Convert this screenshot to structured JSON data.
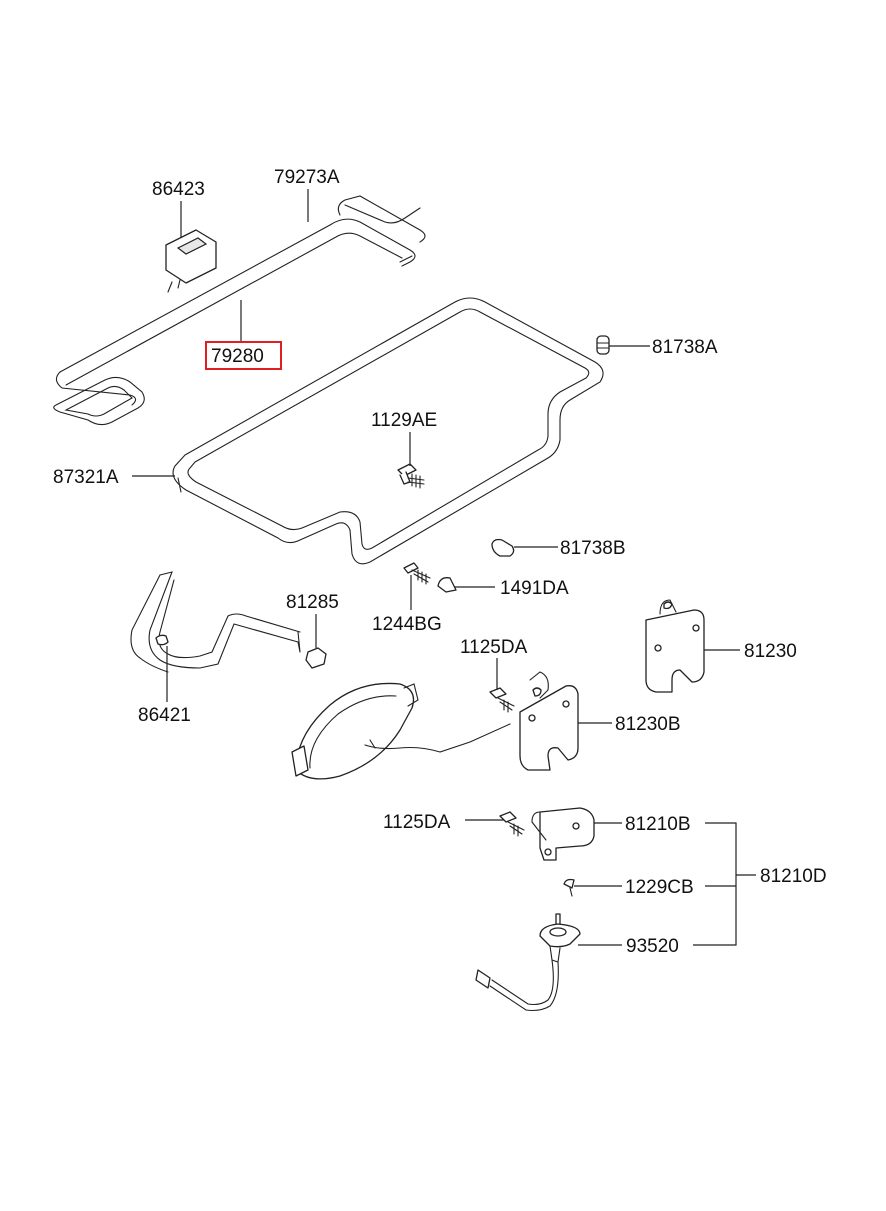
{
  "parts": {
    "p86423": "86423",
    "p79273A": "79273A",
    "p79280": "79280",
    "p81738A": "81738A",
    "p1129AE": "1129AE",
    "p87321A": "87321A",
    "p81738B": "81738B",
    "p1491DA": "1491DA",
    "p81285": "81285",
    "p1244BG": "1244BG",
    "p1125DA_a": "1125DA",
    "p81230": "81230",
    "p86421": "86421",
    "p81230B": "81230B",
    "p1125DA_b": "1125DA",
    "p81210B": "81210B",
    "p1229CB": "1229CB",
    "p81210D": "81210D",
    "p93520": "93520"
  },
  "highlight_color": "#e02020"
}
